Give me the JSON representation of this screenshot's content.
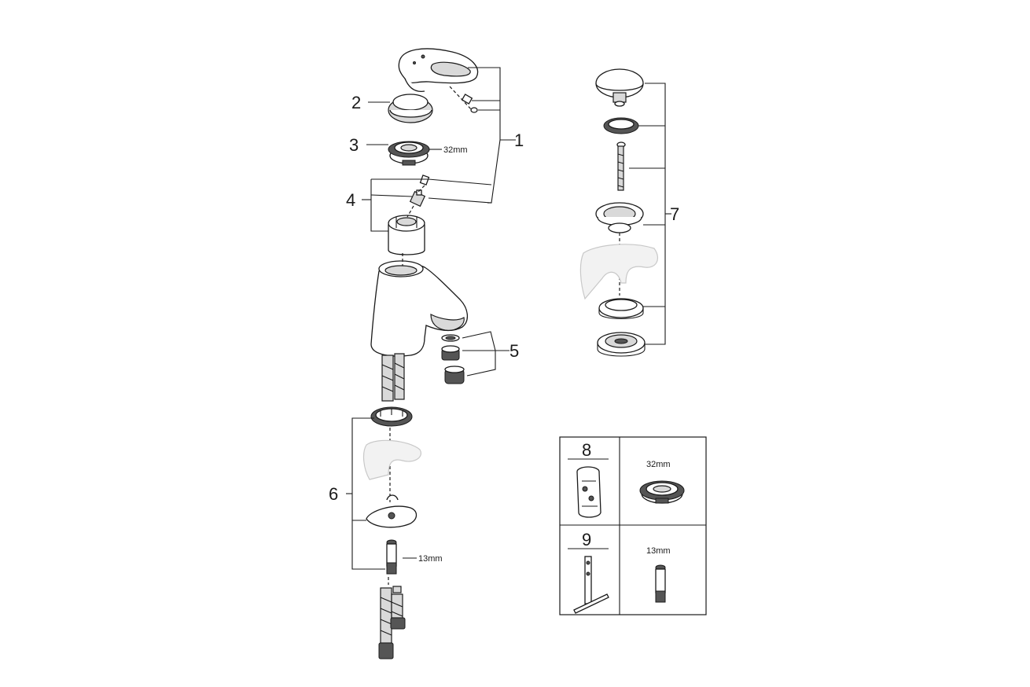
{
  "callouts": {
    "c1": "1",
    "c2": "2",
    "c3": "3",
    "c4": "4",
    "c5": "5",
    "c6": "6",
    "c7": "7",
    "c8": "8",
    "c9": "9"
  },
  "dimensions": {
    "nut_size_main": "32mm",
    "valve_size_main": "13mm",
    "nut_size_box": "32mm",
    "valve_size_box": "13mm"
  }
}
